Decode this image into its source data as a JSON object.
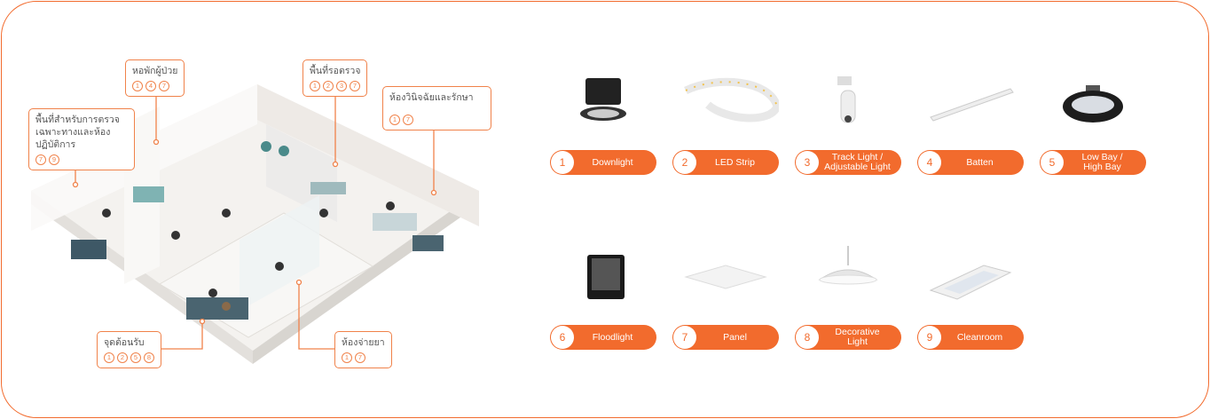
{
  "callouts": [
    {
      "label": "หอพักผู้ป่วย",
      "nums": [
        "1",
        "4",
        "7"
      ]
    },
    {
      "label": "พื้นที่รอตรวจ",
      "nums": [
        "1",
        "2",
        "3",
        "7"
      ]
    },
    {
      "label": "ห้องวินิจฉัยและรักษา",
      "nums": [
        "1",
        "7"
      ]
    },
    {
      "label": "พื้นที่สำหรับการตรวจ",
      "label2": "เฉพาะทางและห้องปฏิบัติการ",
      "nums": [
        "7",
        "9"
      ]
    },
    {
      "label": "จุดต้อนรับ",
      "nums": [
        "1",
        "2",
        "5",
        "8"
      ]
    },
    {
      "label": "ห้องจ่ายยา",
      "nums": [
        "1",
        "7"
      ]
    }
  ],
  "products": [
    {
      "num": "1",
      "label": "Downlight",
      "icon": "downlight-icon"
    },
    {
      "num": "2",
      "label": "LED Strip",
      "icon": "led-strip-icon"
    },
    {
      "num": "3",
      "label": "Track Light /",
      "label2": "Adjustable Light",
      "icon": "track-light-icon"
    },
    {
      "num": "4",
      "label": "Batten",
      "icon": "batten-icon"
    },
    {
      "num": "5",
      "label": "Low Bay /",
      "label2": "High Bay",
      "icon": "high-bay-icon"
    },
    {
      "num": "6",
      "label": "Floodlight",
      "icon": "floodlight-icon"
    },
    {
      "num": "7",
      "label": "Panel",
      "icon": "panel-icon"
    },
    {
      "num": "8",
      "label": "Decorative",
      "label2": "Light",
      "icon": "decorative-light-icon"
    },
    {
      "num": "9",
      "label": "Cleanroom",
      "icon": "cleanroom-icon"
    }
  ],
  "colors": {
    "accent": "#f26b2d"
  }
}
